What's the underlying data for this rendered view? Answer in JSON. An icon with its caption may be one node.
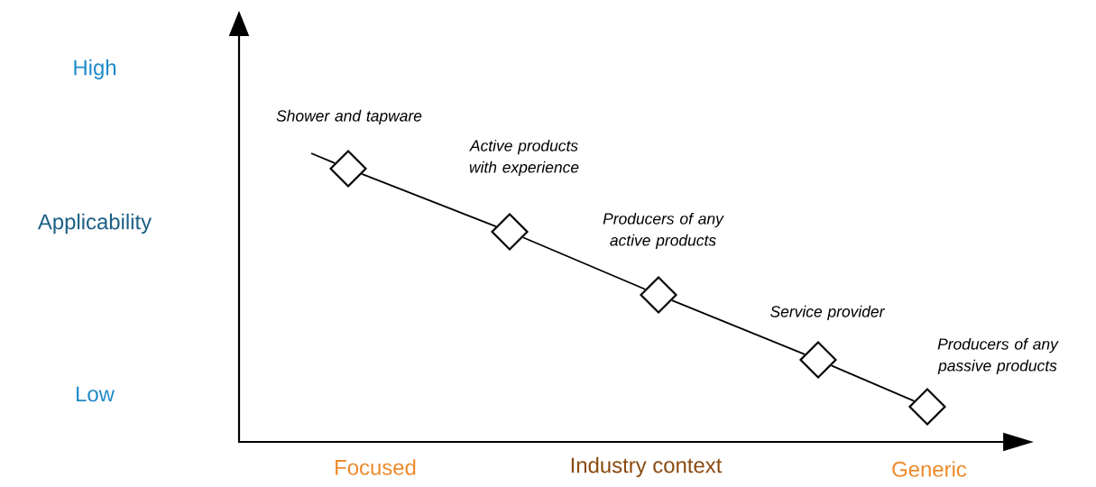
{
  "diagram": {
    "nodes": [
      {
        "text": [],
        "shape": "diamond",
        "beside": [
          "Shower and tapware"
        ]
      },
      {
        "text": [],
        "shape": "diamond",
        "beside": [
          "Active products with experience"
        ]
      },
      {
        "text": [],
        "shape": "diamond",
        "beside": [
          "Producers of any active products"
        ]
      },
      {
        "text": [],
        "shape": "diamond",
        "beside": [
          "Service provider"
        ]
      },
      {
        "text": [],
        "shape": "diamond",
        "beside": [
          "Producers of any passive products"
        ]
      }
    ],
    "edges": [
      {
        "from": null,
        "to": 0,
        "arrow": "none"
      },
      {
        "from": 0,
        "to": 1,
        "arrow": "none"
      },
      {
        "from": 1,
        "to": 2,
        "arrow": "none"
      },
      {
        "from": 2,
        "to": 3,
        "arrow": "none"
      },
      {
        "from": 3,
        "to": 4,
        "arrow": "none"
      }
    ],
    "labels": [
      "High",
      "Applicability",
      "Low",
      "Focused",
      "Industry context",
      "Generic"
    ]
  }
}
